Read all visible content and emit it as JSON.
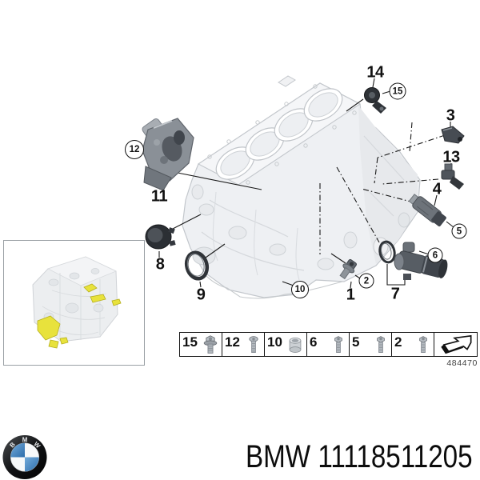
{
  "footer": {
    "logo_letters": [
      "B",
      "M",
      "W"
    ],
    "part_label": "BMW 11118511205"
  },
  "diagram": {
    "sheet_number": "484470",
    "callouts": [
      {
        "id": "1",
        "style": "plain"
      },
      {
        "id": "2",
        "style": "circled"
      },
      {
        "id": "3",
        "style": "plain"
      },
      {
        "id": "4",
        "style": "plain"
      },
      {
        "id": "5",
        "style": "circled"
      },
      {
        "id": "6",
        "style": "circled"
      },
      {
        "id": "7",
        "style": "plain"
      },
      {
        "id": "8",
        "style": "plain"
      },
      {
        "id": "9",
        "style": "plain"
      },
      {
        "id": "10",
        "style": "circled"
      },
      {
        "id": "11",
        "style": "plain"
      },
      {
        "id": "12",
        "style": "circled"
      },
      {
        "id": "13",
        "style": "plain"
      },
      {
        "id": "14",
        "style": "plain"
      },
      {
        "id": "15",
        "style": "circled"
      }
    ],
    "fasteners": {
      "cells": [
        {
          "label": "15",
          "icon": "flange-bolt-icon"
        },
        {
          "label": "12",
          "icon": "bolt-icon"
        },
        {
          "label": "10",
          "icon": "dowel-sleeve-icon"
        },
        {
          "label": "6",
          "icon": "bolt-icon"
        },
        {
          "label": "5",
          "icon": "bolt-icon"
        },
        {
          "label": "2",
          "icon": "bolt-icon"
        }
      ],
      "nav_icon": "direction-arrow-icon"
    },
    "colors": {
      "highlight": "#e6e23c",
      "leader_line": "#1a1a1a",
      "block_line": "#c3c7cc",
      "logo_blue": "#4189c7"
    }
  }
}
